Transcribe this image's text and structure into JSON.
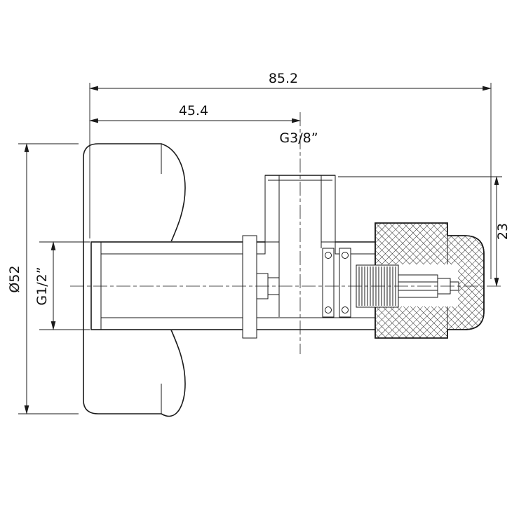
{
  "drawing": {
    "type": "technical-drawing",
    "subject": "Angle valve cross-section with dimensions",
    "background_color": "#ffffff",
    "line_color": "#1a1a1a",
    "dimensions": {
      "overall_length": "85.2",
      "center_length": "45.4",
      "top_port_thread": "G3/8”",
      "outlet_height": "23",
      "inlet_thread": "G1/2”",
      "handle_diameter": "Ø52"
    }
  }
}
